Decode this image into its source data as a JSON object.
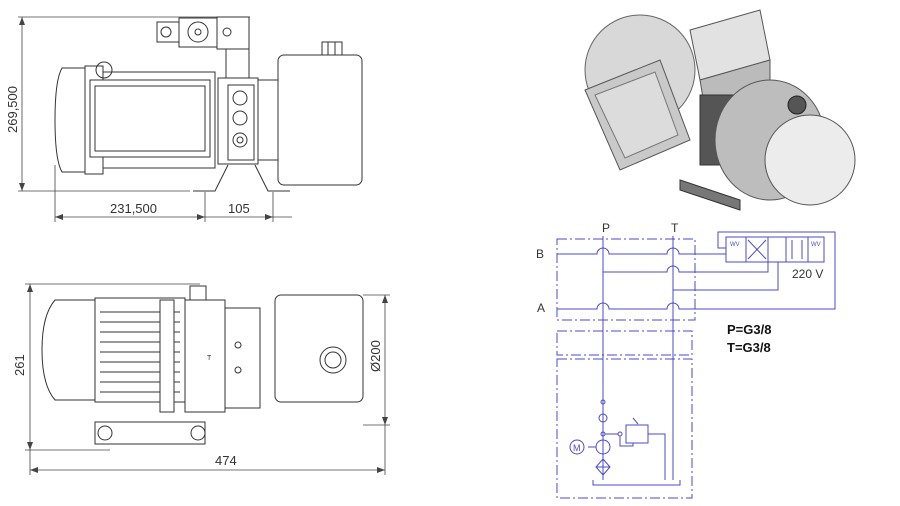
{
  "top_view": {
    "dim_height": "269,500",
    "dim_length_a": "231,500",
    "dim_length_b": "105"
  },
  "side_view": {
    "dim_height": "261",
    "dim_diameter": "Ø200",
    "dim_length": "474",
    "block_mark": "T"
  },
  "schematic": {
    "port_p": "P",
    "port_t": "T",
    "port_b": "B",
    "port_a": "A",
    "voltage": "220 V",
    "motor_label": "M",
    "spec_p": "P=G3/8",
    "spec_t": "T=G3/8"
  },
  "colors": {
    "schematic_line": "#4a4acf",
    "drawing_line": "#333333"
  }
}
